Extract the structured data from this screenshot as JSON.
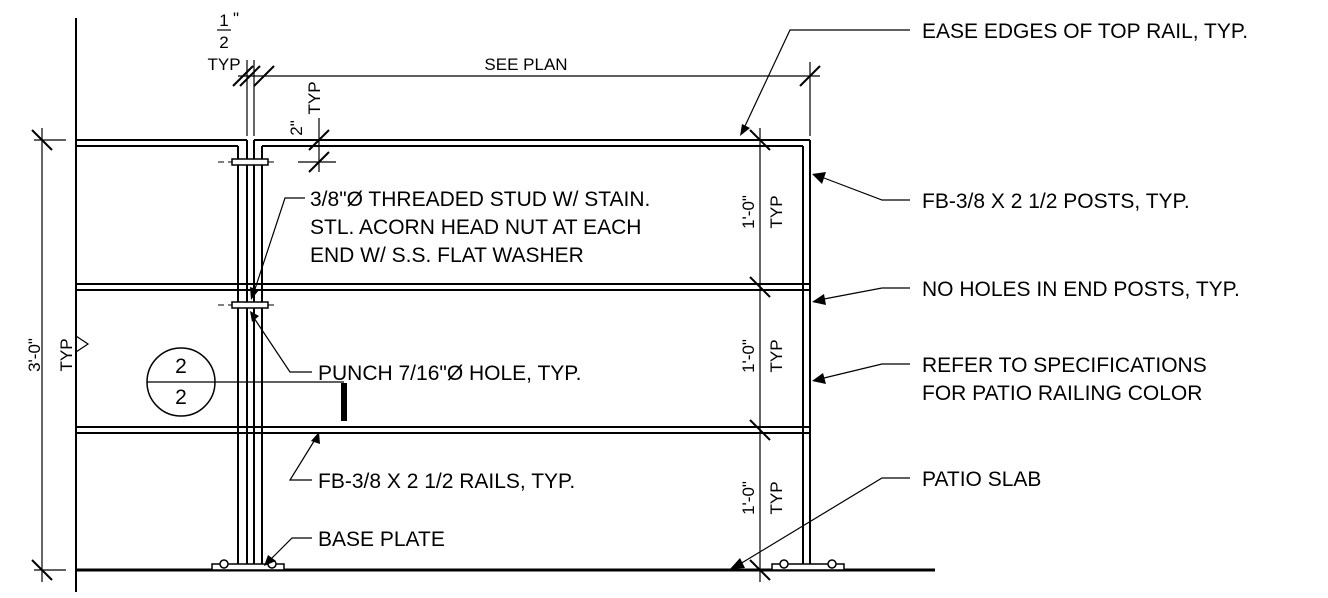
{
  "notes": {
    "ease_edges": "EASE EDGES OF TOP RAIL, TYP.",
    "posts": "FB-3/8 X 2 1/2 POSTS, TYP.",
    "no_holes": "NO HOLES IN END POSTS, TYP.",
    "refer_1": "REFER TO SPECIFICATIONS",
    "refer_2": "FOR PATIO RAILING COLOR",
    "patio_slab": "PATIO SLAB",
    "stud_1": "3/8\"Ø THREADED STUD W/ STAIN.",
    "stud_2": "STL. ACORN HEAD NUT AT EACH",
    "stud_3": "END W/ S.S. FLAT WASHER",
    "punch": "PUNCH 7/16\"Ø HOLE, TYP.",
    "rails": "FB-3/8 X 2 1/2 RAILS, TYP.",
    "base_plate": "BASE PLATE"
  },
  "dimensions": {
    "see_plan": "SEE PLAN",
    "half_num": "1",
    "half_den": "2",
    "half_inch": "\"",
    "typ": "TYP",
    "two_inch": "2\"",
    "one_foot": "1'-0\"",
    "three_foot": "3'-0\""
  },
  "section_marker": {
    "top": "2",
    "bottom": "2"
  }
}
